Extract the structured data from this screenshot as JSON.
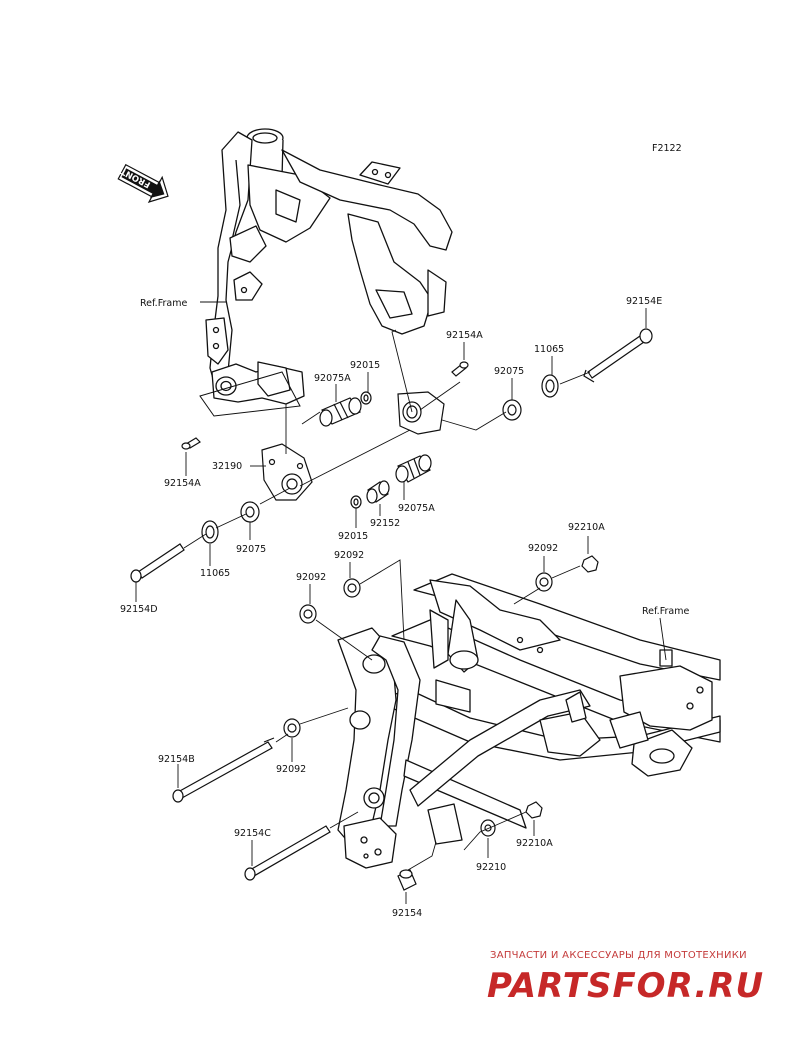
{
  "figure_code": "F2122",
  "front_badge": "FRONT",
  "labels": {
    "ref_frame_top": "Ref.Frame",
    "ref_frame_bottom": "Ref.Frame",
    "p92154E": "92154E",
    "p92154A_top": "92154A",
    "p11065_top": "11065",
    "p92075_top": "92075",
    "p92015_top": "92015",
    "p92075A_top": "92075A",
    "p92154A_left": "92154A",
    "p32190": "32190",
    "p92015_mid": "92015",
    "p92152": "92152",
    "p92075A_mid": "92075A",
    "p92075_left": "92075",
    "p11065_left": "11065",
    "p92154D": "92154D",
    "p92092_a": "92092",
    "p92092_b": "92092",
    "p92092_c": "92092",
    "p92210A_top": "92210A",
    "p92154B": "92154B",
    "p92092_d": "92092",
    "p92154C": "92154C",
    "p92210": "92210",
    "p92210A_bottom": "92210A",
    "p92154": "92154"
  },
  "watermark": {
    "tagline": "ЗАПЧАСТИ И АКСЕССУАРЫ ДЛЯ МОТОТЕХНИКИ",
    "logo": "PARTSFOR.RU",
    "color": "#c62828"
  }
}
